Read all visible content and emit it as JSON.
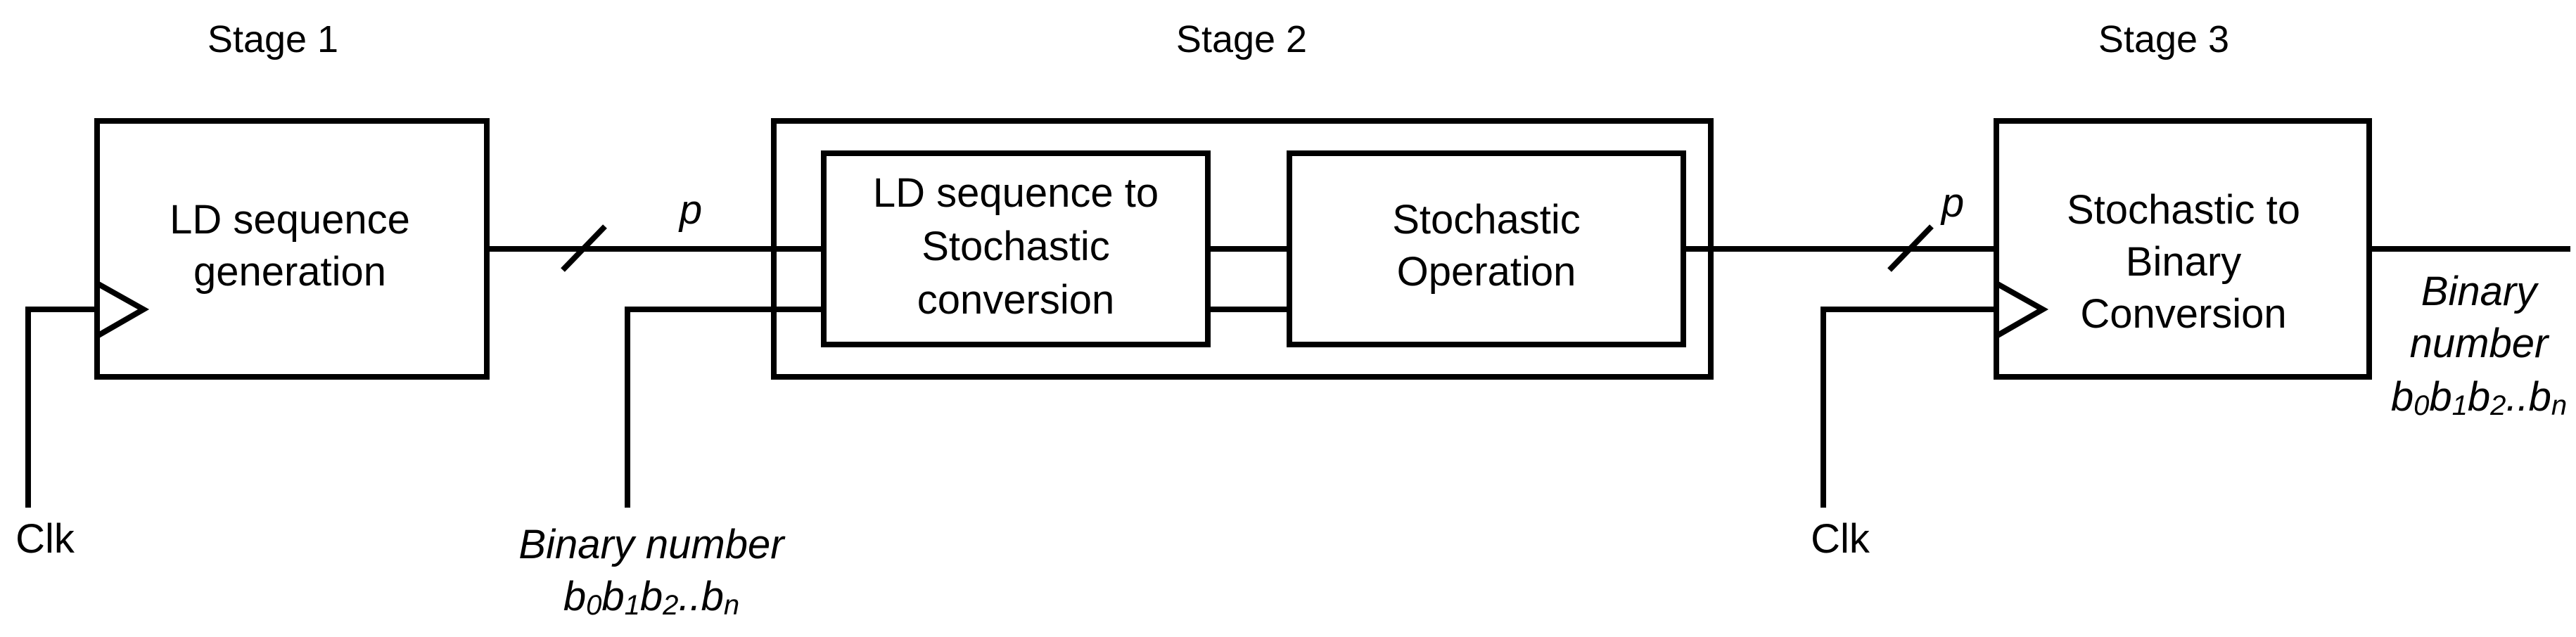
{
  "stages": {
    "stage1": "Stage 1",
    "stage2": "Stage 2",
    "stage3": "Stage 3"
  },
  "blocks": {
    "ld_generation": [
      "LD sequence",
      "generation"
    ],
    "ld_to_stochastic": [
      "LD sequence to",
      "Stochastic",
      "conversion"
    ],
    "stochastic_operation": [
      "Stochastic",
      "Operation"
    ],
    "stochastic_to_binary": [
      "Stochastic to",
      "Binary",
      "Conversion"
    ]
  },
  "bus_label": "p",
  "clock_label": "Clk",
  "binary_input": {
    "label": "Binary number",
    "bits": [
      {
        "base": "b",
        "sub": "0"
      },
      {
        "base": "b",
        "sub": "1"
      },
      {
        "base": "b",
        "sub": "2"
      },
      {
        "base": "..b",
        "sub": "n"
      }
    ]
  },
  "binary_output": {
    "label": [
      "Binary",
      "number"
    ],
    "bits": [
      {
        "base": "b",
        "sub": "0"
      },
      {
        "base": "b",
        "sub": "1"
      },
      {
        "base": "b",
        "sub": "2"
      },
      {
        "base": "..b",
        "sub": "n"
      }
    ]
  }
}
